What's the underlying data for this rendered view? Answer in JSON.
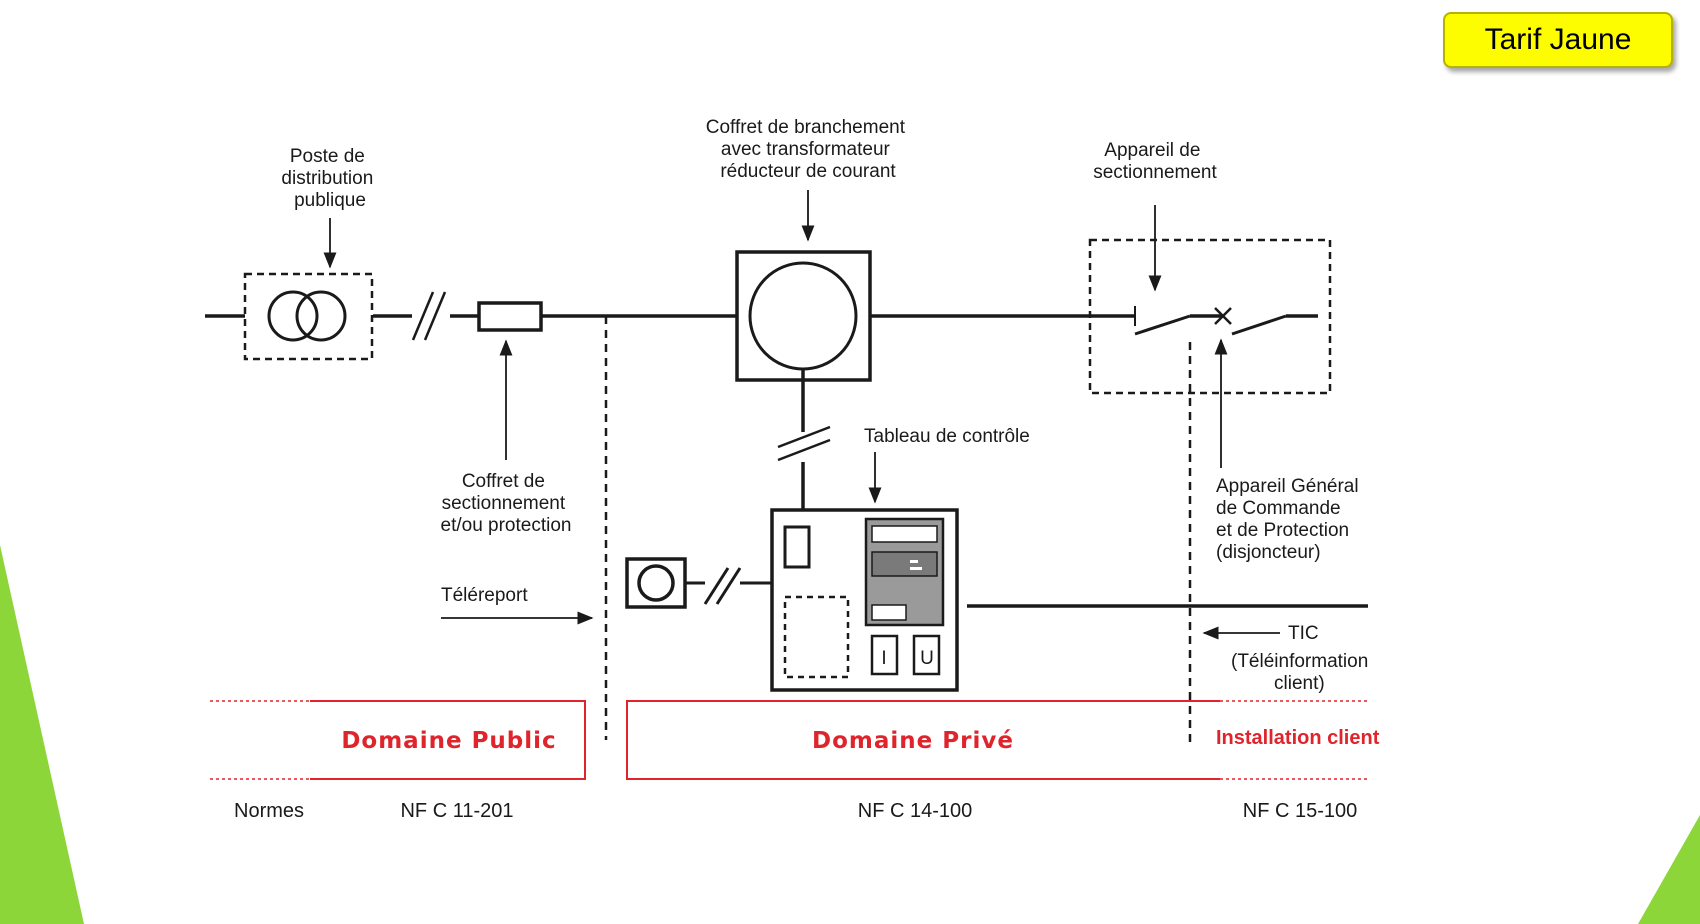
{
  "badge": {
    "label": "Tarif Jaune",
    "color": "#fdfd00"
  },
  "labels": {
    "poste": [
      "Poste de",
      "distribution",
      "publique"
    ],
    "coffret_branchement": [
      "Coffret de branchement",
      "avec transformateur",
      "réducteur de courant"
    ],
    "appareil_sectionnement": [
      "Appareil de",
      "sectionnement"
    ],
    "coffret_sectionnement": [
      "Coffret de",
      "sectionnement",
      "et/ou protection"
    ],
    "tableau": "Tableau de contrôle",
    "appareil_general": [
      "Appareil Général",
      "de Commande",
      "et de Protection",
      "(disjoncteur)"
    ],
    "telereport": "Téléreport",
    "tic": [
      "TIC",
      "(Téléinformation",
      "client)"
    ],
    "meter_i": "I",
    "meter_u": "U"
  },
  "domains": {
    "public": "Domaine Public",
    "prive": "Domaine Privé",
    "installation": "Installation client"
  },
  "normes": {
    "label": "Normes",
    "public": "NF C 11-201",
    "prive": "NF C 14-100",
    "installation": "NF C 15-100"
  },
  "colors": {
    "accent_red": "#e0242b",
    "green": "#8cd63a",
    "line": "#1a1a1a"
  }
}
